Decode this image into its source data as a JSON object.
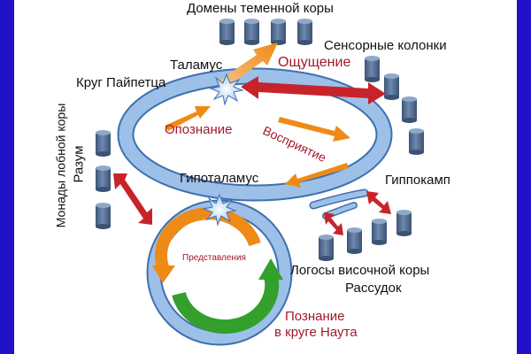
{
  "colors": {
    "frame": "#1f12c8",
    "ring": "#8fb4e0",
    "ring_edge": "#3f6fb0",
    "cylinder_body": "#4f6a8f",
    "cylinder_top": "#7d97bb",
    "arrow_red": "#c8232b",
    "arrow_orange": "#f28c1e",
    "arrow_green": "#33a02c",
    "label_red": "#a11a2a"
  },
  "labels": {
    "parietal_domains": "Домены теменной коры",
    "sensory_columns": "Сенсорные колонки",
    "thalamus": "Таламус",
    "papez_circle": "Круг Пайпетца",
    "sensation": "Ощущение",
    "perception": "Восприятие",
    "cognition": "Опознание",
    "frontal_monads": "Монады лобной коры",
    "mind": "Разум",
    "hypothalamus": "Гипоталамус",
    "hippocampus": "Гиппокамп",
    "representations": "Представления",
    "temporal_logos": "Логосы височной коры",
    "reason": "Рассудок",
    "knowledge_line1": "Познание",
    "knowledge_line2": "в круге Наута"
  },
  "icons": {
    "thalamus_star": "burst-icon",
    "hypothalamus_star": "burst-icon",
    "cortex_unit": "cylinder-icon"
  }
}
